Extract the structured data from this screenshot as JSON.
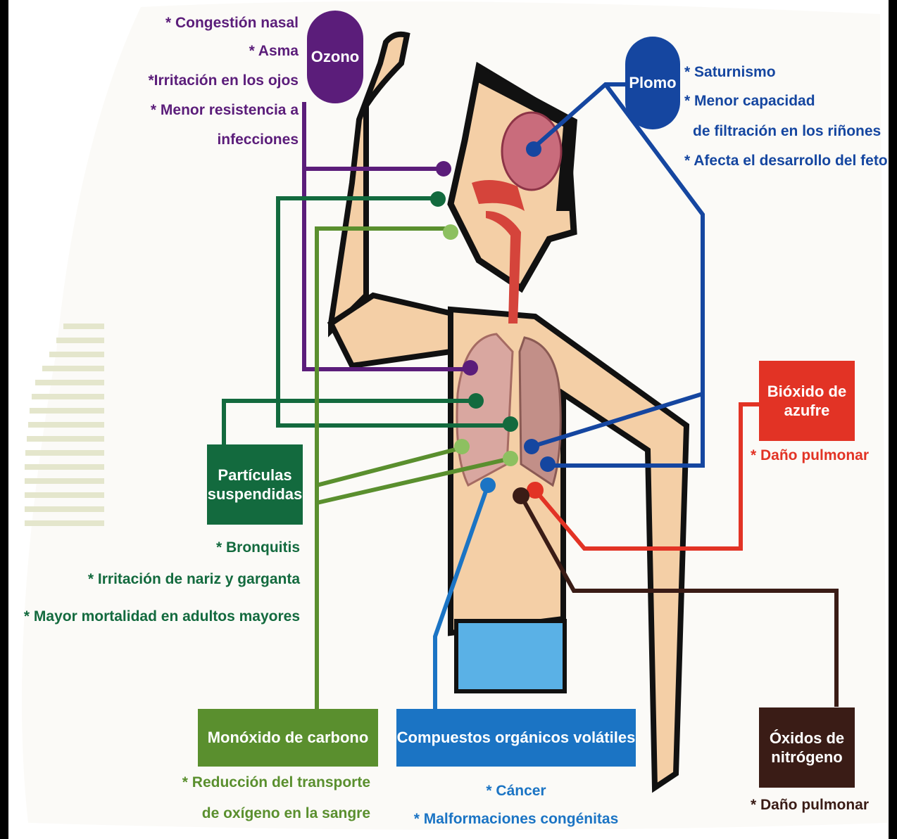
{
  "pollutants": {
    "ozone": {
      "name": "Ozono",
      "effects": [
        "* Congestión nasal",
        "* Asma",
        "*Irritación en los ojos",
        "* Menor resistencia a",
        "infecciones"
      ],
      "color": "#5b1d7a"
    },
    "lead": {
      "name": "Plomo",
      "effects": [
        "* Saturnismo",
        "* Menor capacidad",
        "de filtración en los riñones",
        "* Afecta el desarrollo del feto"
      ],
      "color": "#1546a0"
    },
    "so2": {
      "name_line1": "Bióxido de",
      "name_line2": "azufre",
      "effects": [
        "* Daño pulmonar"
      ],
      "color": "#e23325"
    },
    "particles": {
      "name_line1": "Partículas",
      "name_line2": "suspendidas",
      "effects": [
        "* Bronquitis",
        "* Irritación de nariz y garganta",
        "* Mayor mortalidad en adultos mayores"
      ],
      "color": "#136a3e"
    },
    "co": {
      "name": "Monóxido de carbono",
      "effects": [
        "* Reducción del transporte",
        "de oxígeno en la sangre"
      ],
      "color": "#5a8f2e"
    },
    "voc": {
      "name": "Compuestos orgánicos volátiles",
      "effects": [
        "* Cáncer",
        "* Malformaciones congénitas"
      ],
      "color": "#1b74c4"
    },
    "nox": {
      "name_line1": "Óxidos de",
      "name_line2": "nitrógeno",
      "effects": [
        "* Daño pulmonar"
      ],
      "color": "#3a1c16"
    }
  },
  "colors": {
    "skin": "#f4cfa6",
    "outline": "#111111",
    "pants": "#5ab1e6",
    "lungs": "#d9a7a0",
    "brain": "#c96c7c"
  }
}
